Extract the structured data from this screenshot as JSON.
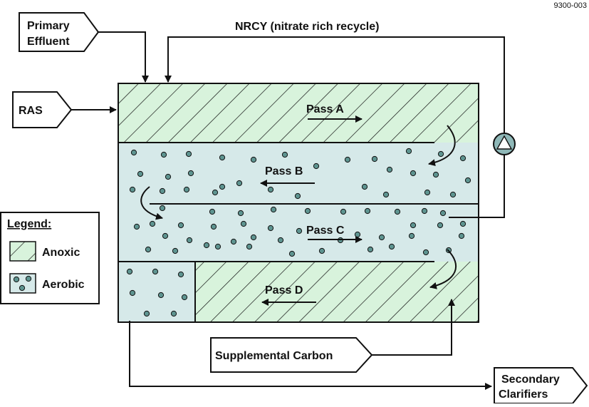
{
  "document_id": "9300-003",
  "recycle_label": "NRCY (nitrate rich recycle)",
  "inputs": {
    "primary_effluent": [
      "Primary",
      "Effluent"
    ],
    "ras": "RAS",
    "supplemental_carbon": "Supplemental Carbon"
  },
  "output": {
    "secondary_clarifiers": [
      "Secondary",
      "Clarifiers"
    ]
  },
  "passes": {
    "a": "Pass A",
    "b": "Pass B",
    "c": "Pass C",
    "d": "Pass D"
  },
  "legend": {
    "title": "Legend:",
    "anoxic": "Anoxic",
    "aerobic": "Aerobic"
  },
  "colors": {
    "anoxic_fill": "#d8f3dc",
    "aerobic_fill": "#d6e9e9",
    "bubble": "#5e9490",
    "pump": "#8fb8b8",
    "line": "#111111"
  }
}
